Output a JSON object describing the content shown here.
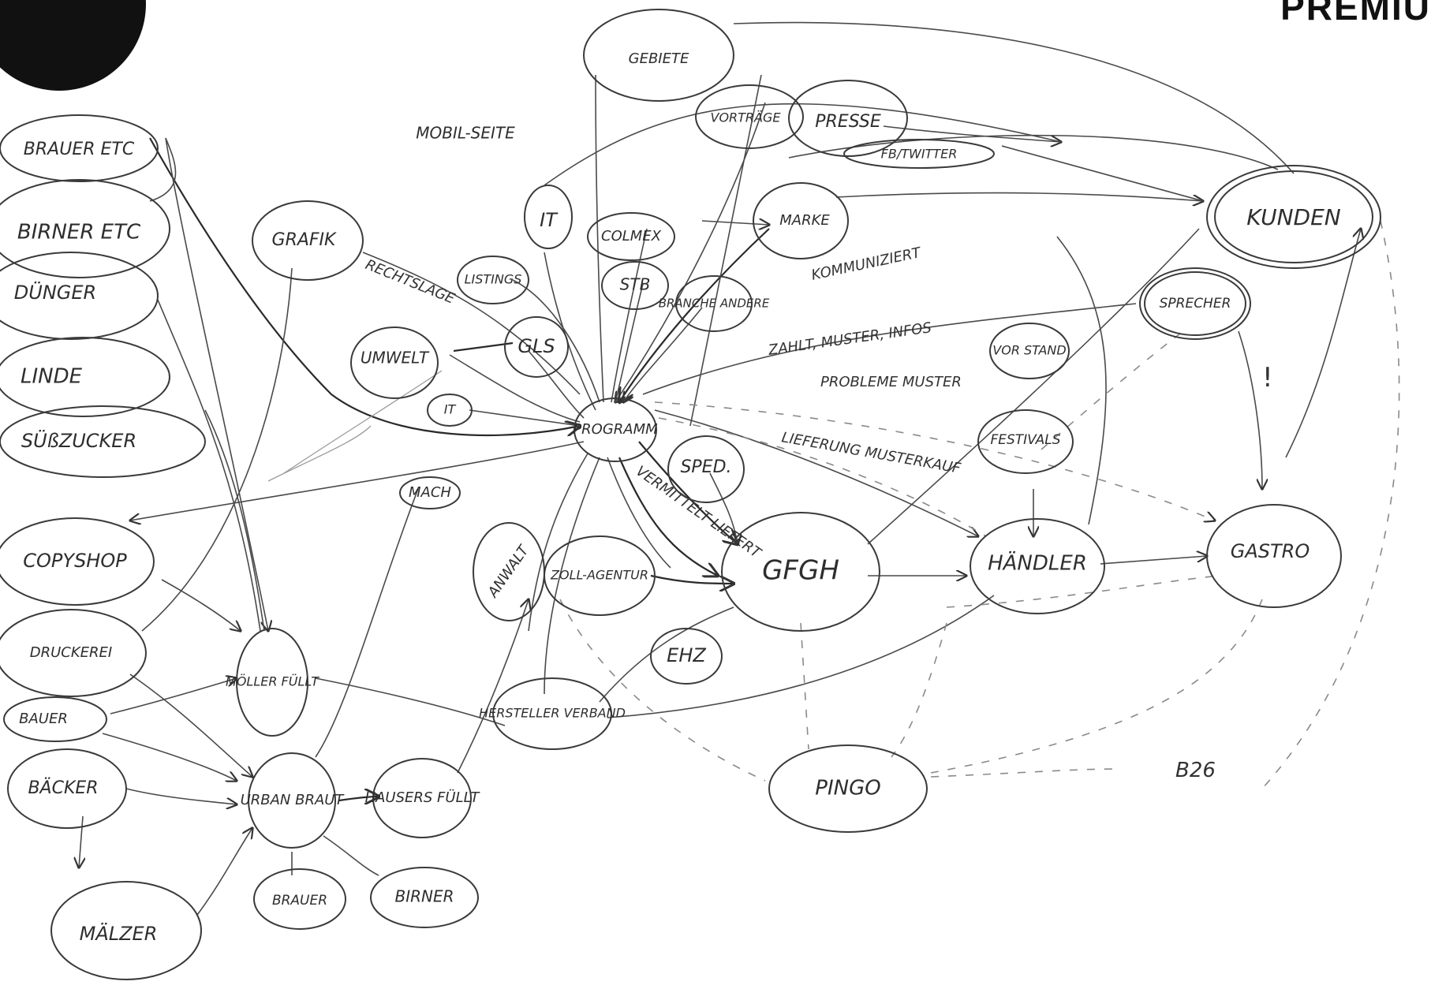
{
  "header": {
    "title": "PREMIU"
  },
  "page_number": "B26",
  "nodes": {
    "brauer_etc": "BRAUER ETC",
    "birner_etc": "BIRNER ETC",
    "duenger": "DÜNGER",
    "linde": "LINDE",
    "suesszucker": "SÜßZUCKER",
    "copyshop": "COPYSHOP",
    "druckerei": "DRUCKEREI",
    "bauer_left": "BAUER",
    "baecker_left": "BÄCKER",
    "maelzer": "MÄLZER",
    "grafik": "GRAFIK",
    "umwelt": "UMWELT",
    "gls": "GLS",
    "it_small": "IT",
    "mobilseite": "MOBIL-SEITE",
    "it": "IT",
    "listings": "LISTINGS",
    "gebiete": "GEBIETE",
    "vortraege": "VORTRÄGE",
    "presse": "PRESSE",
    "fb_twitter": "FB/TWITTER",
    "colmex": "COLMEX",
    "stb": "STB",
    "marke": "MARKE",
    "branchen_andere": "BRANCHE ANDERE",
    "programm": "PROGRAMM",
    "mach": "MACH",
    "spedition": "SPED.",
    "anwalt": "ANWALT",
    "zollagentur": "ZOLL-AGENTUR",
    "moeller_fuellt": "MÖLLER FÜLLT",
    "urban_brauerei": "URBAN BRAUT",
    "hausers_fuellt": "HAUSERS FÜLLT",
    "brauer_bottom": "BRAUER",
    "birner_bottom": "BIRNER",
    "hersteller_verband": "HERSTELLER VERBAND",
    "ehz": "EHZ",
    "gfgh": "GFGH",
    "handler": "HÄNDLER",
    "gastro": "GASTRO",
    "kunden": "KUNDEN",
    "sprecher": "SPRECHER",
    "festivals": "FESTIVALS",
    "vor_stand": "VOR STAND",
    "pingo": "PINGO"
  },
  "edge_labels": {
    "rechtslage": "RECHTSLAGE",
    "kommuniziert": "KOMMUNIZIERT",
    "zahlt_muster": "ZAHLT, MUSTER, INFOS",
    "probleme_muster": "PROBLEME MUSTER",
    "liefert_muster": "LIEFERUNG MUSTERKAUF",
    "vermittelt_liefert": "VERMITTELT LIEFERT"
  }
}
